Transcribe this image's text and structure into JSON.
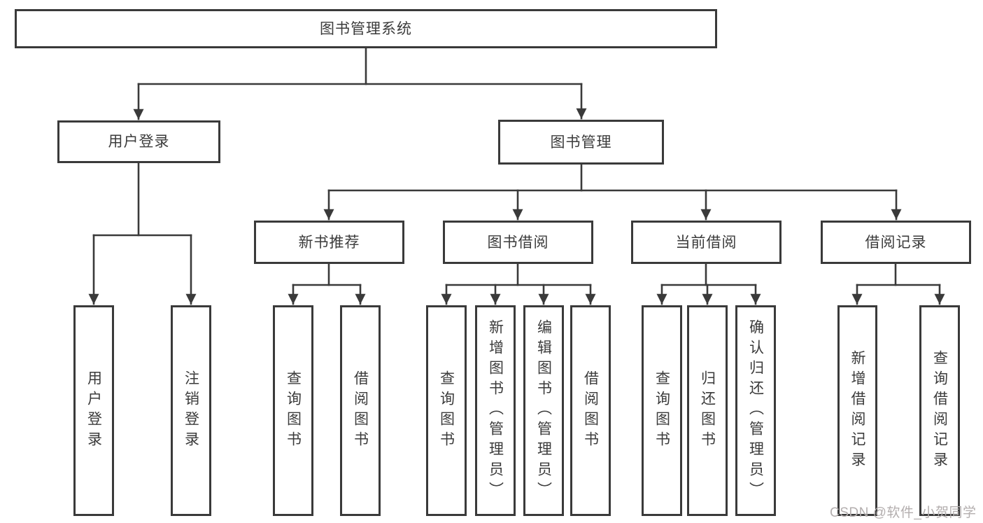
{
  "diagram": {
    "root": {
      "label": "图书管理系统"
    },
    "level2": [
      {
        "label": "用户登录"
      },
      {
        "label": "图书管理"
      }
    ],
    "level3": [
      {
        "label": "新书推荐"
      },
      {
        "label": "图书借阅"
      },
      {
        "label": "当前借阅"
      },
      {
        "label": "借阅记录"
      }
    ],
    "leaves": {
      "user_login": [
        "用户登录",
        "注销登录"
      ],
      "new_book": [
        "查询图书",
        "借阅图书"
      ],
      "book_borrow": [
        "查询图书",
        "新增图书（管理员）",
        "编辑图书（管理员）",
        "借阅图书"
      ],
      "current_borrow": [
        "查询图书",
        "归还图书",
        "确认归还（管理员）"
      ],
      "borrow_record": [
        "新增借阅记录",
        "查询借阅记录"
      ]
    }
  },
  "watermark": {
    "text": "CSDN @软件_小贺同学"
  },
  "colors": {
    "line": "#3a3a3a",
    "text": "#3b3b3b",
    "bg": "#ffffff",
    "watermark": "#b3aeae"
  }
}
